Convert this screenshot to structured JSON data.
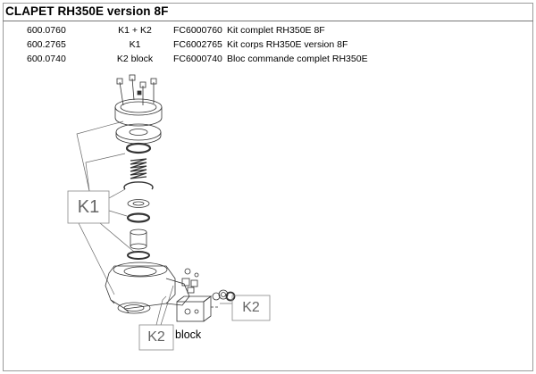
{
  "document": {
    "title": "CLAPET RH350E version 8F"
  },
  "parts": [
    {
      "ref": "600.0760",
      "kit": "K1 + K2",
      "code": "FC6000760",
      "description": "Kit complet RH350E 8F"
    },
    {
      "ref": "600.2765",
      "kit": "K1",
      "code": "FC6002765",
      "description": "Kit corps RH350E version 8F"
    },
    {
      "ref": "600.0740",
      "kit": "K2 block",
      "code": "FC6000740",
      "description": "Bloc commande complet RH350E"
    }
  ],
  "diagram": {
    "label_k1": "K1",
    "label_k2_right": "K2",
    "label_k2_bottom": "K2",
    "label_block": "block"
  }
}
